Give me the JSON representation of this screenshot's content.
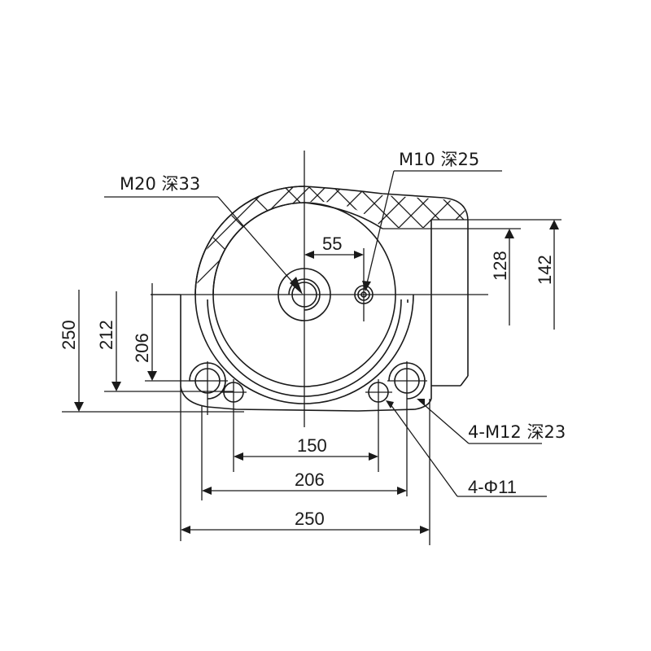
{
  "drawing": {
    "colors": {
      "line": "#1a1a1a",
      "background": "#ffffff"
    },
    "callouts": {
      "m20": "M20 深33",
      "m10": "M10  深25",
      "m12": "4-M12 深23",
      "phi11": "4-Φ11"
    },
    "dimensions": {
      "center_offset": "55",
      "height_128": "128",
      "height_142": "142",
      "height_250": "250",
      "height_212": "212",
      "height_206": "206",
      "width_150": "150",
      "width_206": "206",
      "width_250": "250"
    }
  }
}
